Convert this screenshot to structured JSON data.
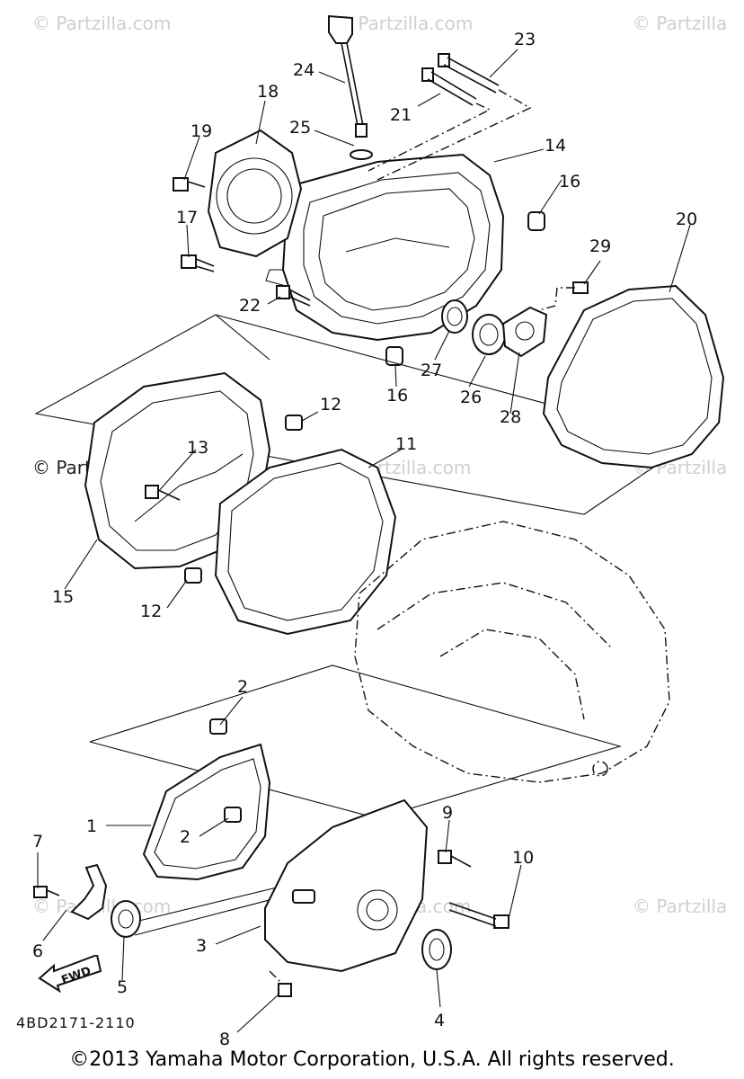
{
  "watermarks": {
    "top_left": "© Partzilla.com",
    "top_center": "© Partzilla.com",
    "top_right": "© Partzilla",
    "mid_left": "© Partzilla.com",
    "mid_center": "© Partzilla.com",
    "mid_right": "© Partzilla",
    "low_left": "© Partzilla.com",
    "low_center": "© Partzilla.com",
    "low_right": "© Partzilla"
  },
  "callouts": [
    "1",
    "2",
    "2",
    "3",
    "4",
    "5",
    "6",
    "7",
    "8",
    "9",
    "10",
    "11",
    "12",
    "12",
    "13",
    "14",
    "15",
    "16",
    "16",
    "17",
    "18",
    "19",
    "20",
    "21",
    "22",
    "23",
    "24",
    "25",
    "26",
    "27",
    "28",
    "29"
  ],
  "diagram_code": "4BD2171-2110",
  "fwd_label": "FWD",
  "copyright": "©2013 Yamaha Motor Corporation, U.S.A. All rights reserved.",
  "colors": {
    "line": "#111111",
    "watermark": "#cfcfcf",
    "background": "#ffffff"
  }
}
